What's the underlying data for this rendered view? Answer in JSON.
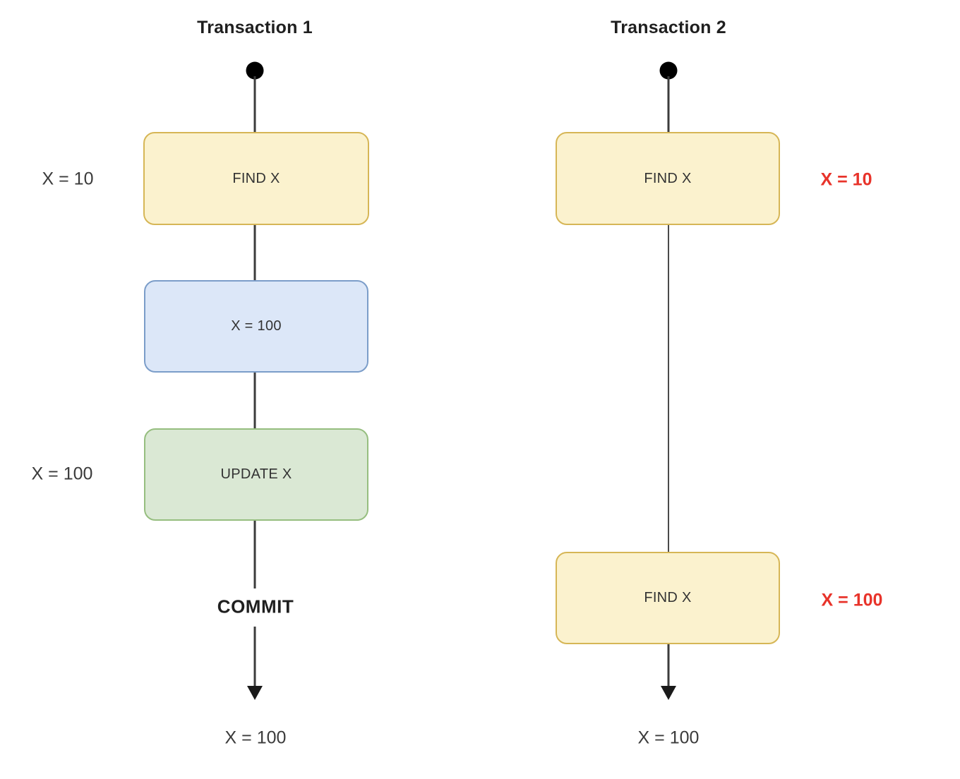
{
  "diagram": {
    "title_left": "Transaction 1",
    "title_right": "Transaction 2",
    "colors": {
      "yellow_fill": "#FBF2CE",
      "yellow_border": "#D6B656",
      "blue_fill": "#DCE7F8",
      "blue_border": "#7B9DC9",
      "green_fill": "#DAE8D4",
      "green_border": "#96BE7F",
      "line": "#3b3b3b",
      "red_text": "#E8332A",
      "node_text": "#333333"
    }
  },
  "transaction1": {
    "title": "Transaction 1",
    "steps": [
      {
        "label": "FIND X",
        "kind": "yellow",
        "side_label": "X = 10"
      },
      {
        "label": "X = 100",
        "kind": "blue",
        "side_label": ""
      },
      {
        "label": "UPDATE X",
        "kind": "green",
        "side_label": "X = 100"
      }
    ],
    "side_label_1": "X = 10",
    "side_label_3": "X = 100",
    "commit_label": "COMMIT",
    "end_label": "X = 100"
  },
  "transaction2": {
    "title": "Transaction 2",
    "steps": [
      {
        "label": "FIND X",
        "kind": "yellow",
        "side_label": "X = 10"
      },
      {
        "label": "FIND X",
        "kind": "yellow",
        "side_label": "X = 100"
      }
    ],
    "side_label_1": "X = 10",
    "side_label_2": "X = 100",
    "end_label": "X = 100"
  }
}
